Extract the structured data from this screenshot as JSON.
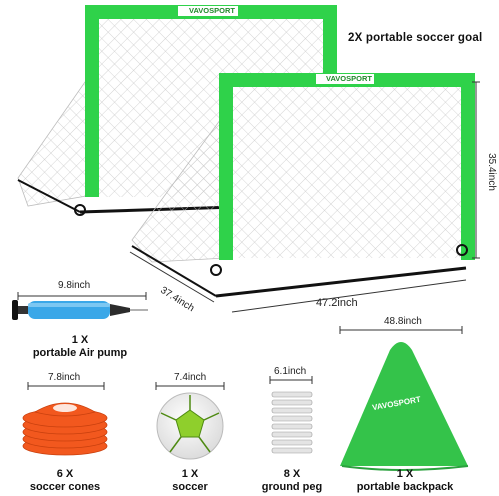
{
  "brand": "VAVOSPORT",
  "headline": "2X  portable soccer goal",
  "goal": {
    "height": "35.4inch",
    "depth": "37.4inch",
    "width": "47.2inch"
  },
  "items": [
    {
      "id": "pump",
      "size": "9.8inch",
      "qty": "1 X",
      "name": "portable Air pump"
    },
    {
      "id": "backpack",
      "size": "48.8inch",
      "qty": "1 X",
      "name": "portable backpack"
    },
    {
      "id": "cones",
      "size": "7.8inch",
      "qty": "6 X",
      "name": "soccer cones"
    },
    {
      "id": "ball",
      "size": "7.4inch",
      "qty": "1 X",
      "name": "soccer"
    },
    {
      "id": "peg",
      "size": "6.1inch",
      "qty": "8 X",
      "name": "ground peg"
    }
  ],
  "colors": {
    "goal_green": "#2fd24a",
    "frame_dark": "#1f8a2a",
    "cone_orange": "#f2581e",
    "backpack_green": "#34c34a",
    "pump_blue": "#3aa7e8"
  }
}
